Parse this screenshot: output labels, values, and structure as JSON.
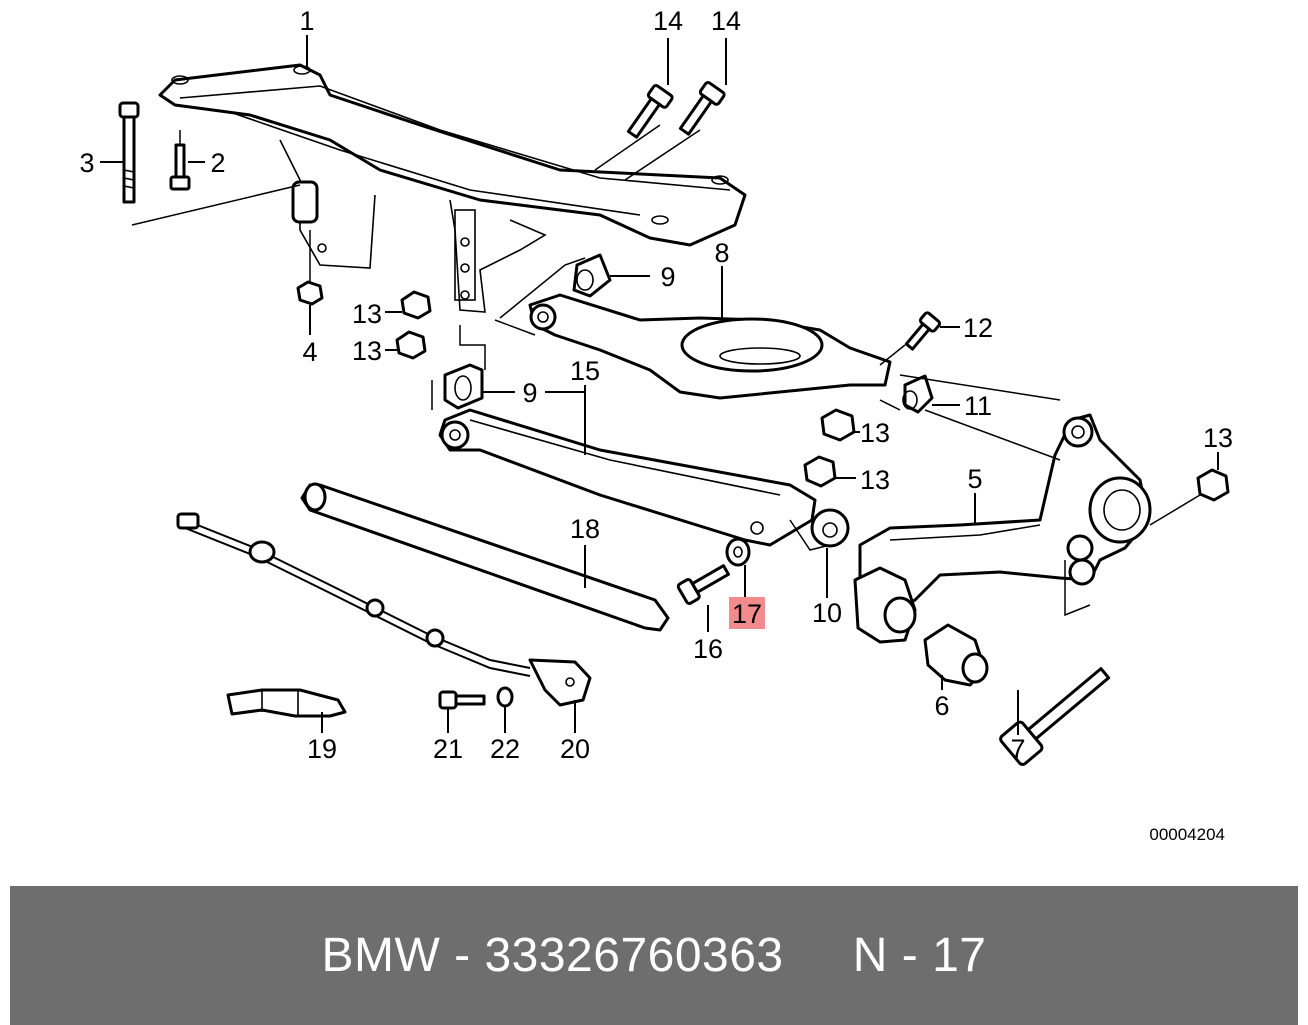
{
  "diagram": {
    "catalog_number": "00004204",
    "highlight_color": "#f28c8c",
    "highlighted_label": "17",
    "callouts": [
      "1",
      "2",
      "3",
      "4",
      "5",
      "6",
      "7",
      "8",
      "9",
      "9",
      "10",
      "11",
      "12",
      "13",
      "13",
      "13",
      "13",
      "13",
      "14",
      "14",
      "15",
      "16",
      "17",
      "18",
      "19",
      "20",
      "21",
      "22"
    ]
  },
  "footer": {
    "text": "BMW - 33326760363     N - 17",
    "background": "#6e6e6e"
  }
}
